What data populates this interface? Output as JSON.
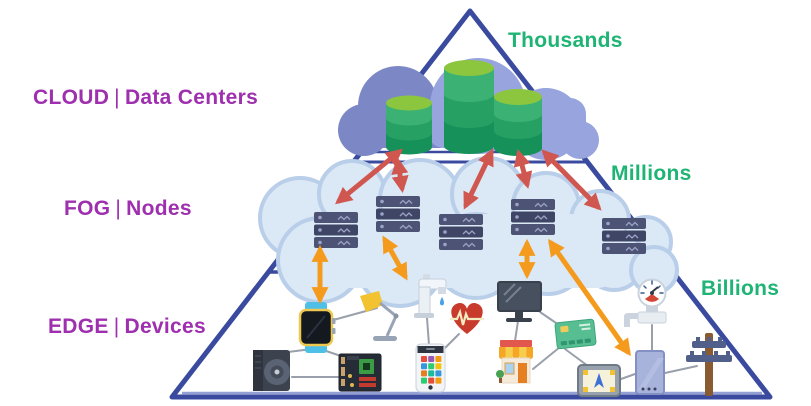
{
  "tiers": [
    {
      "tier": "CLOUD",
      "divider": "|",
      "name": "Data Centers",
      "scale": "Thousands"
    },
    {
      "tier": "FOG",
      "divider": "|",
      "name": "Nodes",
      "scale": "Millions"
    },
    {
      "tier": "EDGE",
      "divider": "|",
      "name": "Devices",
      "scale": "Billions"
    }
  ],
  "icons": {
    "cloud_tier": [
      "cloud",
      "database",
      "database",
      "database"
    ],
    "fog_tier": [
      "fog-cloud",
      "server-rack",
      "server-rack",
      "server-rack",
      "server-rack",
      "server-rack"
    ],
    "edge_tier": [
      "smartwatch",
      "desk-lamp",
      "hard-drive",
      "motherboard",
      "water-faucet",
      "heart-rate",
      "smartphone",
      "desktop-monitor",
      "storefront",
      "credit-card",
      "gps-navigator",
      "water-meter",
      "smart-meter",
      "utility-pole"
    ]
  },
  "arrows": {
    "cloud_to_fog": {
      "count": 5,
      "style": "double-headed",
      "color": "#D0574F"
    },
    "fog_to_edge": {
      "count": 4,
      "style": "double-headed",
      "color": "#F49B1D"
    }
  },
  "colors": {
    "tier_label": "#9E2FAE",
    "scale_label": "#1DB474",
    "pyramid_outline": "#3A4B9F",
    "cloud_dark": "#7C88C6",
    "cloud_light": "#97A4DE",
    "fog_cloud_fill": "#DBE8F5",
    "fog_cloud_edge": "#B9CEE9",
    "database_top": "#8CC63F",
    "database_body": "#27A064",
    "server_body": "#4B5273",
    "arrow_cloud_fog": "#D0574F",
    "arrow_fog_edge": "#F49B1D",
    "device_link": "#9AA0AB"
  }
}
